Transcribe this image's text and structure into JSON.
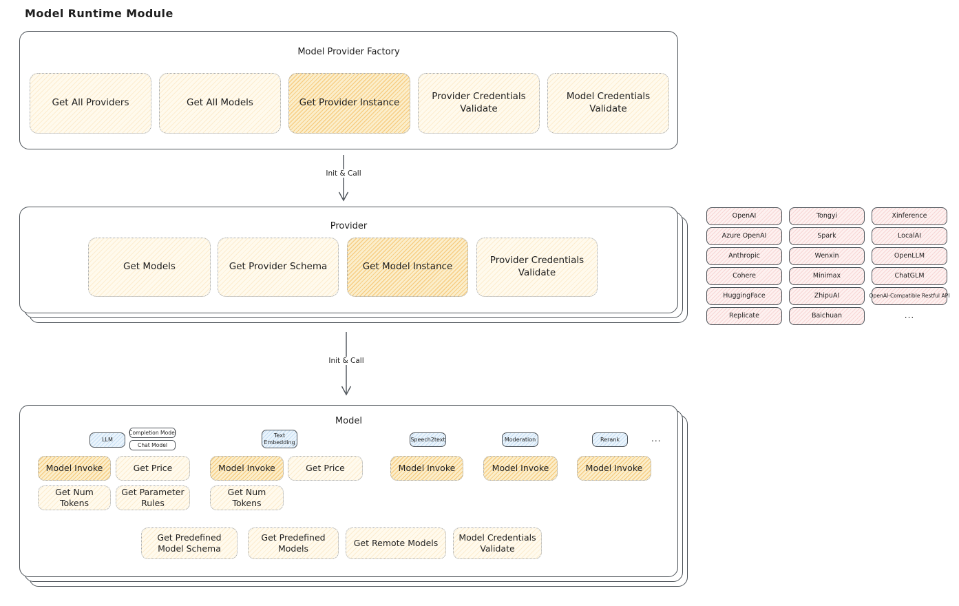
{
  "title": "Model Runtime Module",
  "colors": {
    "highlight_orange": "#F3AC3D",
    "box_cream": "#FFFAED",
    "provider_pink": "#FDF1F0",
    "type_tag_blue": "#EAF4FC",
    "stroke": "#4B5157"
  },
  "factory": {
    "title": "Model Provider Factory",
    "boxes": [
      {
        "label": "Get All Providers",
        "highlighted": false
      },
      {
        "label": "Get All Models",
        "highlighted": false
      },
      {
        "label": "Get Provider Instance",
        "highlighted": true
      },
      {
        "label": "Provider Credentials Validate",
        "highlighted": false
      },
      {
        "label": "Model Credentials Validate",
        "highlighted": false
      }
    ]
  },
  "arrows": [
    {
      "label": "Init & Call"
    },
    {
      "label": "Init & Call"
    }
  ],
  "provider": {
    "title": "Provider",
    "boxes": [
      {
        "label": "Get Models",
        "highlighted": false
      },
      {
        "label": "Get Provider Schema",
        "highlighted": false
      },
      {
        "label": "Get Model Instance",
        "highlighted": true
      },
      {
        "label": "Provider Credentials Validate",
        "highlighted": false
      }
    ]
  },
  "provider_list": {
    "rows": [
      [
        "OpenAI",
        "Tongyi",
        "Xinference"
      ],
      [
        "Azure OpenAI",
        "Spark",
        "LocalAI"
      ],
      [
        "Anthropic",
        "Wenxin",
        "OpenLLM"
      ],
      [
        "Cohere",
        "Minimax",
        "ChatGLM"
      ],
      [
        "HuggingFace",
        "ZhipuAI",
        "OpenAI-Compatible Restful API"
      ],
      [
        "Replicate",
        "Baichuan",
        "..."
      ]
    ]
  },
  "model": {
    "title": "Model",
    "types_ellipsis": "...",
    "tags": [
      {
        "label": "LLM",
        "type": "blue"
      },
      {
        "label": "Completion Model",
        "type": "white"
      },
      {
        "label": "Chat Model",
        "type": "white"
      },
      {
        "label": "Text Embedding",
        "type": "blue"
      },
      {
        "label": "Speech2text",
        "type": "blue"
      },
      {
        "label": "Moderation",
        "type": "blue"
      },
      {
        "label": "Rerank",
        "type": "blue"
      }
    ],
    "function_boxes": [
      {
        "label": "Model Invoke",
        "highlighted": true
      },
      {
        "label": "Get Price",
        "highlighted": false
      },
      {
        "label": "Get Num Tokens",
        "highlighted": false
      },
      {
        "label": "Get Parameter Rules",
        "highlighted": false
      },
      {
        "label": "Model Invoke",
        "highlighted": true
      },
      {
        "label": "Get Price",
        "highlighted": false
      },
      {
        "label": "Get Num Tokens",
        "highlighted": false
      },
      {
        "label": "Model Invoke",
        "highlighted": true
      },
      {
        "label": "Model Invoke",
        "highlighted": true
      },
      {
        "label": "Model Invoke",
        "highlighted": true
      }
    ],
    "bottom_boxes": [
      {
        "label": "Get Predefined Model Schema"
      },
      {
        "label": "Get Predefined Models"
      },
      {
        "label": "Get Remote Models"
      },
      {
        "label": "Model Credentials Validate"
      }
    ]
  }
}
